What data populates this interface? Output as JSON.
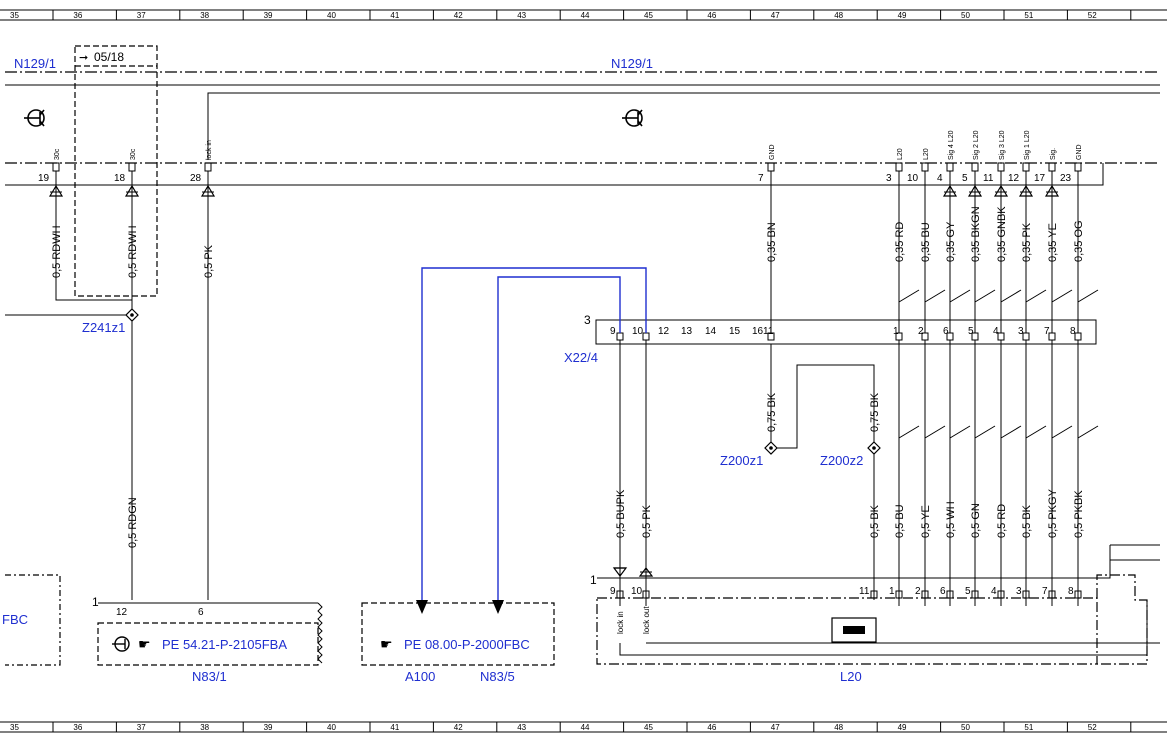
{
  "grid_columns": [
    "35",
    "36",
    "37",
    "38",
    "39",
    "40",
    "41",
    "42",
    "43",
    "44",
    "45",
    "46",
    "47",
    "48",
    "49",
    "50",
    "51",
    "52"
  ],
  "note_ref": "05/18",
  "modules": {
    "n129_left": "N129/1",
    "n129_main": "N129/1",
    "n83_1": "N83/1",
    "a100": "A100",
    "n83_5": "N83/5",
    "l20": "L20",
    "x22": "X22/4",
    "fbc_left": "FBC"
  },
  "splices": {
    "z241": "Z241z1",
    "z200z1": "Z200z1",
    "z200z2": "Z200z2"
  },
  "refs": {
    "pe_n83_1": "PE 54.21-P-2105FBA",
    "pe_a100": "PE 08.00-P-2000FBC"
  },
  "top_pins": [
    {
      "num": "19",
      "sig": "30c"
    },
    {
      "num": "18",
      "sig": "30c"
    },
    {
      "num": "28",
      "sig": "lock in"
    },
    {
      "num": "7",
      "sig": "GND"
    },
    {
      "num": "3",
      "sig": "L20"
    },
    {
      "num": "10",
      "sig": "L20"
    },
    {
      "num": "4",
      "sig": "Sig 4 L20"
    },
    {
      "num": "5",
      "sig": "Sig 2 L20"
    },
    {
      "num": "11",
      "sig": "Sig 3 L20"
    },
    {
      "num": "12",
      "sig": "Sig 1 L20"
    },
    {
      "num": "17",
      "sig": "Sig."
    },
    {
      "num": "23",
      "sig": "GND"
    }
  ],
  "upper_wires": [
    "0,5 RDWH",
    "0,5 RDWH",
    "0,5 PK",
    "0,35 BN",
    "0,35 RD",
    "0,35 BU",
    "0,35 GY",
    "0,35 BKGN",
    "0,35 GNBK",
    "0,35 PK",
    "0,35 YE",
    "0,35 OG"
  ],
  "x22_number": "3",
  "x22_pins": [
    "9",
    "10",
    "12",
    "13",
    "14",
    "15",
    "16",
    "11",
    "1",
    "2",
    "6",
    "5",
    "4",
    "3",
    "7",
    "8"
  ],
  "mid_wires": [
    "0,75 BK",
    "0,75 BK"
  ],
  "lower_wires": [
    "0,5 RDGN",
    "0,5 BUPK",
    "0,5 PK",
    "0,5 BK",
    "0,5 BU",
    "0,5 YE",
    "0,5 WH",
    "0,5 GN",
    "0,5 RD",
    "0,5 BK",
    "0,5 PKGY",
    "0,5 PKBK"
  ],
  "n83_1_number": "1",
  "n83_1_pins": [
    "12",
    "6"
  ],
  "l20_number": "1",
  "l20_pins": [
    "9",
    "10",
    "11",
    "1",
    "2",
    "6",
    "5",
    "4",
    "3",
    "7",
    "8"
  ],
  "l20_inner": [
    "lock in",
    "lock out"
  ]
}
